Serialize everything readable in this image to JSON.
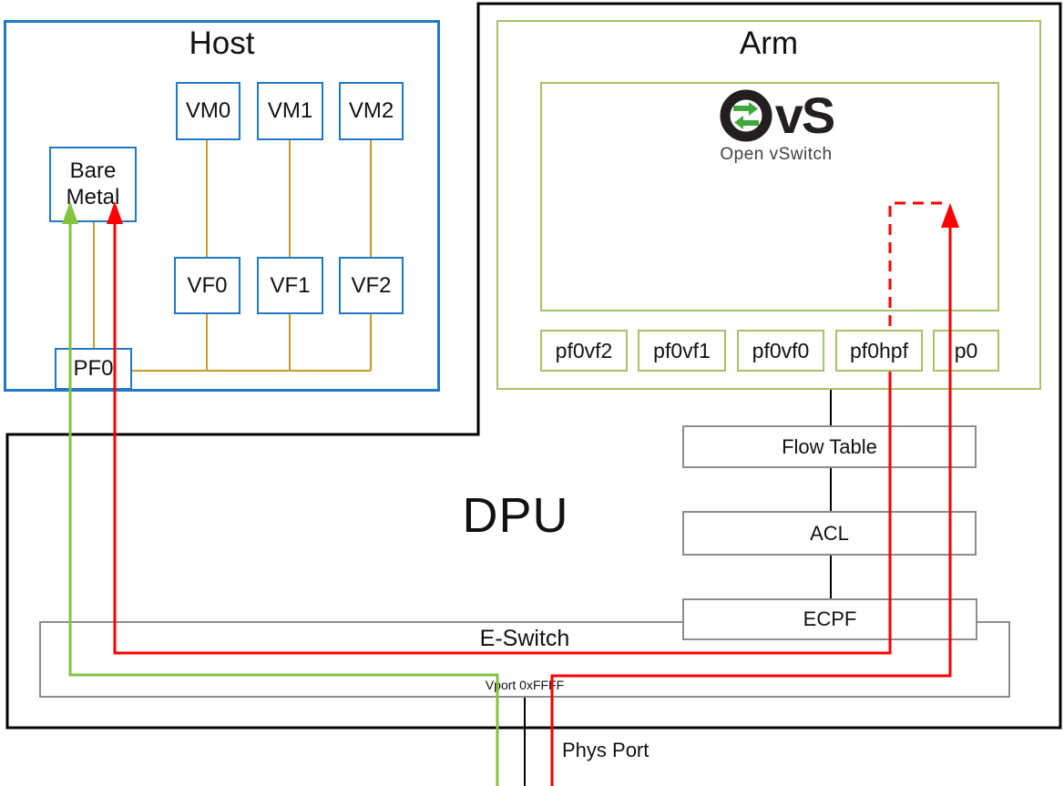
{
  "host": {
    "title": "Host",
    "vm_labels": [
      "VM0",
      "VM1",
      "VM2"
    ],
    "vf_labels": [
      "VF0",
      "VF1",
      "VF2"
    ],
    "bare_metal_label": "Bare Metal",
    "pf_label": "PF0"
  },
  "arm": {
    "title": "Arm",
    "ovs": {
      "vs_text": "vS",
      "subtitle": "Open vSwitch"
    },
    "port_labels": [
      "pf0vf2",
      "pf0vf1",
      "pf0vf0",
      "pf0hpf",
      "p0"
    ]
  },
  "dpu": {
    "title": "DPU",
    "flow_table_label": "Flow Table",
    "acl_label": "ACL",
    "ecpf_label": "ECPF",
    "eswitch_label": "E-Switch",
    "vport_label": "Vport 0xFFFF"
  },
  "bottom": {
    "phys_port_label": "Phys Port"
  },
  "colors": {
    "host_border_blue": "#2178C4",
    "arm_border_olive": "#A7C26A",
    "gray_border": "#8C8C8C",
    "orange_link": "#C79A2D",
    "green_path": "#83C341",
    "red_path": "#FF0000",
    "dpu_border": "#000000",
    "ovs_logo_green": "#3FA83C",
    "ovs_logo_black": "#231F20"
  }
}
